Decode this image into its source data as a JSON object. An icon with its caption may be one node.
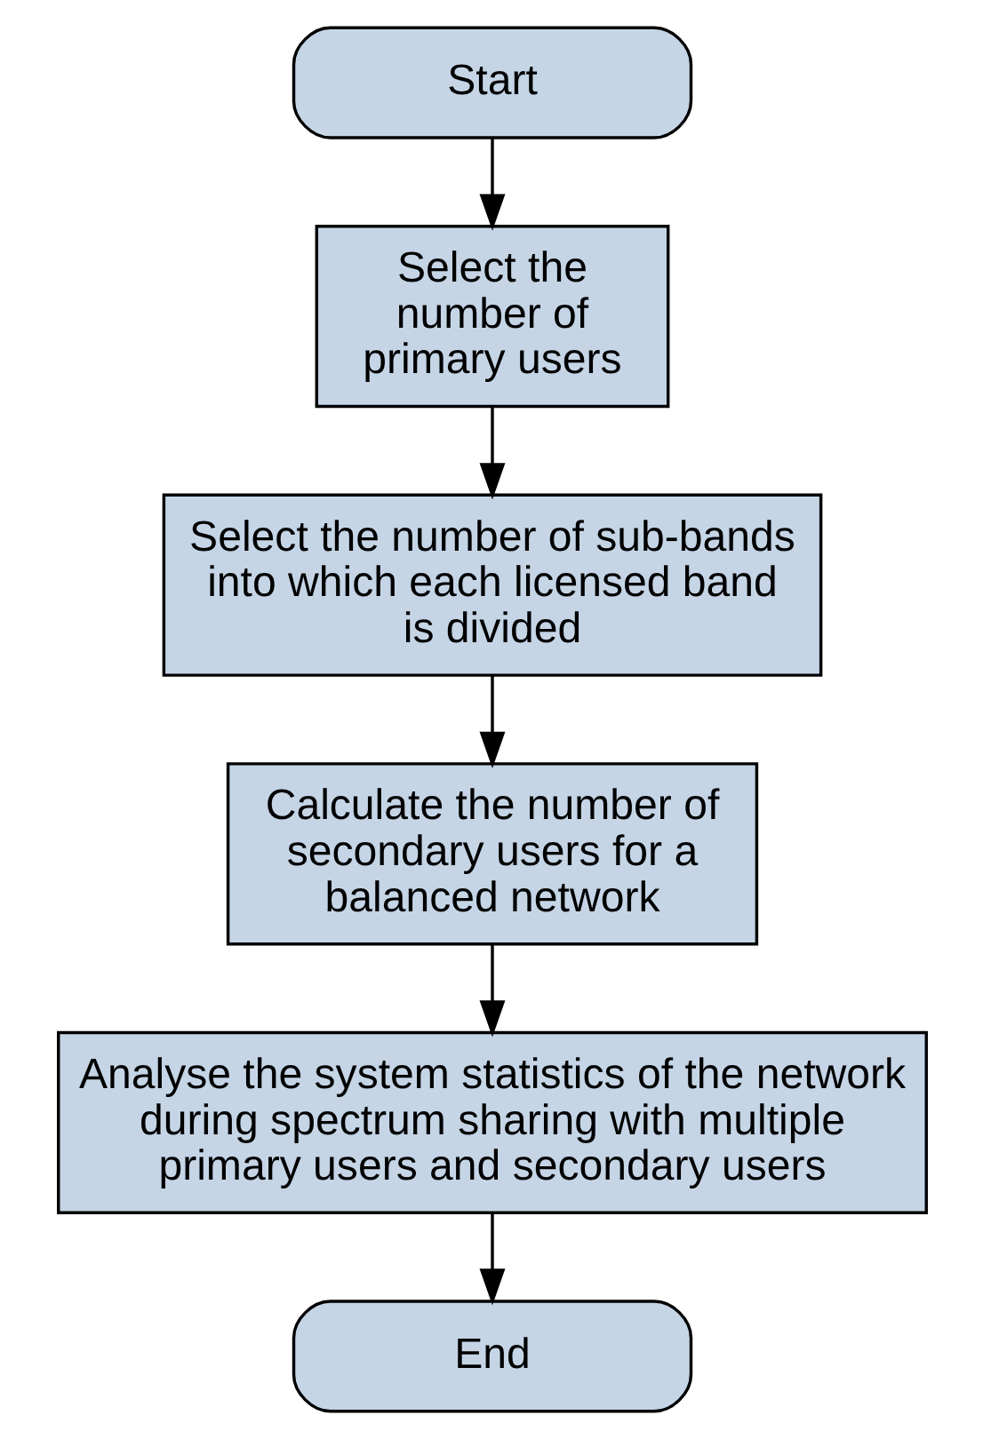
{
  "diagram": {
    "nodes": [
      {
        "text": [
          "Start"
        ]
      },
      {
        "text": [
          "Select the number of primary users"
        ]
      },
      {
        "text": [
          "Select the number of sub-bands into which each licensed band is divided"
        ]
      },
      {
        "text": [
          "Calculate the number of secondary users for a balanced network"
        ]
      },
      {
        "text": [
          "Analyse the system statistics of the network during spectrum sharing with multiple primary users and secondary users"
        ]
      },
      {
        "text": [
          "End"
        ]
      }
    ],
    "edges": [
      {
        "from": 0,
        "to": 1,
        "arrow": "to"
      },
      {
        "from": 1,
        "to": 2,
        "arrow": "to"
      },
      {
        "from": 2,
        "to": 3,
        "arrow": "to"
      },
      {
        "from": 3,
        "to": 4,
        "arrow": "to"
      },
      {
        "from": 4,
        "to": 5,
        "arrow": "to"
      }
    ]
  }
}
